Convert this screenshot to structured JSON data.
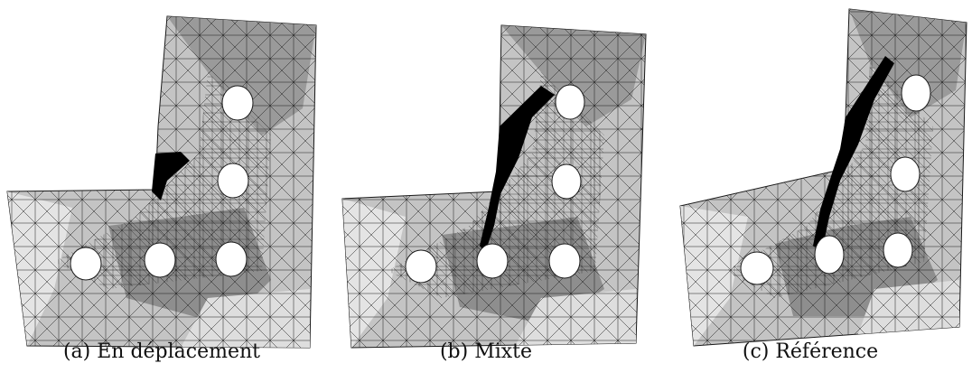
{
  "figure": {
    "panels": [
      {
        "caption": "(a) En déplacement"
      },
      {
        "caption": "(b) Mixte"
      },
      {
        "caption": "(c) Référence"
      }
    ],
    "colors": {
      "background": "#ffffff",
      "mesh_line": "#1a1a1a",
      "shade_light": "#e6e6e6",
      "shade_mid": "#bdbdbd",
      "shade_dark": "#8e8e8e",
      "damage": "#000000",
      "hole": "#ffffff"
    }
  }
}
